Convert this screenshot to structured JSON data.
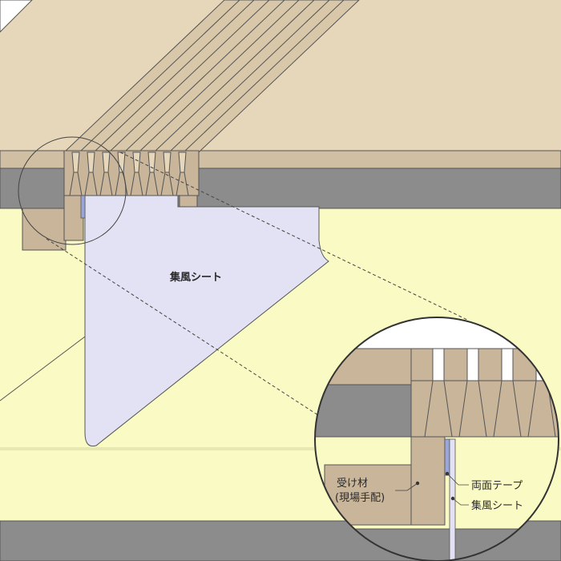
{
  "labels": {
    "main_sheet": "集風シート",
    "receiver_line1": "受け材",
    "receiver_line2": "(現場手配)",
    "tape": "両面テープ",
    "sheet": "集風シート"
  },
  "colors": {
    "wall_yellow": "#fafac4",
    "ceiling_beige": "#e6d7bb",
    "beam_gray": "#8c8c8c",
    "wood_brown": "#c8b59a",
    "sheet_lavender": "#e2e2f4",
    "outline": "#555555"
  }
}
